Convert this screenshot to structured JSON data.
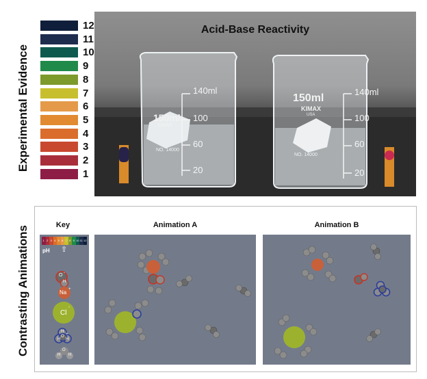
{
  "left_labels": {
    "top": "Experimental Evidence",
    "bottom": "Contrasting Animations"
  },
  "ph_scale": [
    {
      "value": "12",
      "color": "#0f1e3a"
    },
    {
      "value": "11",
      "color": "#1e2c4e"
    },
    {
      "value": "10",
      "color": "#0f5a4f"
    },
    {
      "value": "9",
      "color": "#1f8a4a"
    },
    {
      "value": "8",
      "color": "#7d9a2c"
    },
    {
      "value": "7",
      "color": "#c8bf2f"
    },
    {
      "value": "6",
      "color": "#e49a49"
    },
    {
      "value": "5",
      "color": "#e18a32"
    },
    {
      "value": "4",
      "color": "#da6d2c"
    },
    {
      "value": "3",
      "color": "#c9492f"
    },
    {
      "value": "2",
      "color": "#a82e3c"
    },
    {
      "value": "1",
      "color": "#8e1d46"
    }
  ],
  "photo": {
    "title": "Acid-Base Reactivity",
    "beaker_left": {
      "volume": "150ml",
      "brand": "KIMAX",
      "mark_140": "140ml",
      "mark_100": "100",
      "mark_60": "60",
      "mark_20": "20",
      "number": "NO. 14000"
    },
    "beaker_right": {
      "volume": "150ml",
      "brand": "KIMAX",
      "origin": "USA",
      "mark_140": "140ml",
      "mark_100": "100",
      "mark_60": "60",
      "mark_20": "20",
      "number": "NO. 14000"
    }
  },
  "key": {
    "title": "Key",
    "ph_label": "pH",
    "mini_scale": [
      "1",
      "2",
      "3",
      "4",
      "5",
      "6",
      "7",
      "8",
      "9",
      "10",
      "11",
      "12"
    ],
    "hydroxide": {
      "o": "O",
      "o_charge": "-",
      "h": "H"
    },
    "sodium": {
      "label": "Na",
      "charge": "+"
    },
    "chloride": {
      "label": "Cl",
      "charge": "-"
    },
    "hydronium": {
      "o": "O",
      "charge": "+",
      "h1": "H",
      "h2": "H",
      "h3": "H"
    },
    "water": {
      "o": "O",
      "h1": "H",
      "h2": "H"
    }
  },
  "animations": {
    "a_title": "Animation A",
    "b_title": "Animation B"
  },
  "colors": {
    "anim_bg": "#737b8b",
    "sodium": "#c8603a",
    "chloride": "#9cb22f",
    "hydroxide_ring": "#c0392b",
    "hydronium_ring": "#2c3e9a"
  }
}
